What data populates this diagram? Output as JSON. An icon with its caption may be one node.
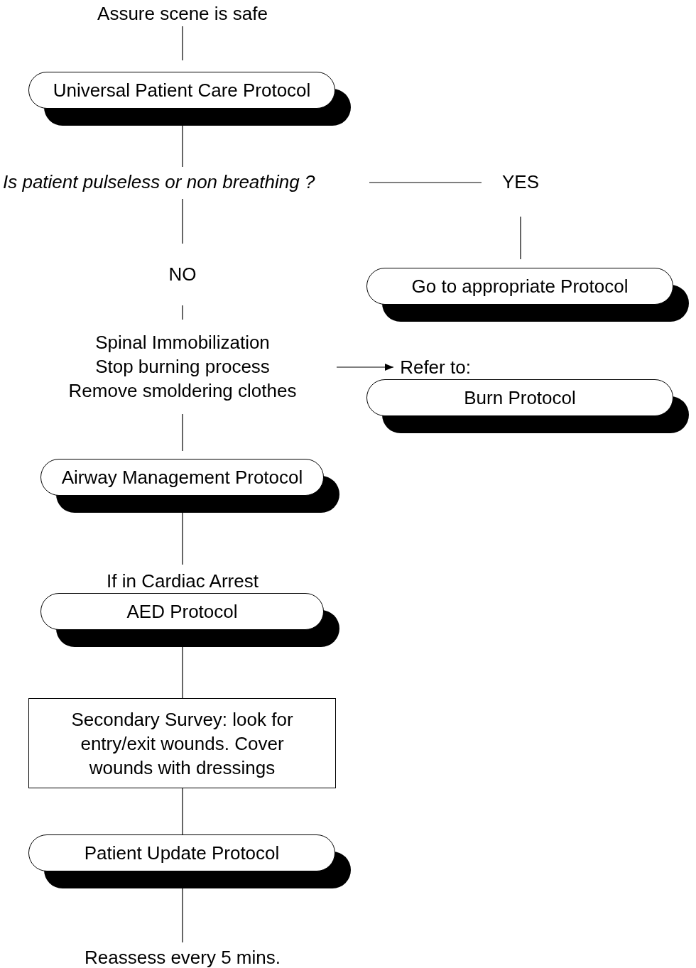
{
  "diagram": {
    "nodes": [
      {
        "text": [
          "Assure scene is safe"
        ]
      },
      {
        "text": [
          "Universal Patient Care Protocol"
        ]
      },
      {
        "text": [
          "Is patient pulseless or non breathing ?"
        ]
      },
      {
        "text": [
          "YES"
        ]
      },
      {
        "text": [
          "Go to appropriate Protocol"
        ]
      },
      {
        "text": [
          "NO"
        ]
      },
      {
        "text": [
          "Spinal Immobilization",
          "Stop burning process",
          "Remove smoldering clothes"
        ]
      },
      {
        "text": [
          "Refer to:"
        ]
      },
      {
        "text": [
          "Burn Protocol"
        ]
      },
      {
        "text": [
          "Airway Management Protocol"
        ]
      },
      {
        "text": [
          "If in Cardiac Arrest"
        ]
      },
      {
        "text": [
          "AED Protocol"
        ]
      },
      {
        "text": [
          "Secondary Survey: look for entry/exit wounds. Cover wounds with dressings"
        ]
      },
      {
        "text": [
          "Patient Update Protocol"
        ]
      },
      {
        "text": [
          "Reassess every 5 mins."
        ]
      }
    ],
    "edges": [
      {
        "from": 0,
        "to": 1,
        "arrow": "none"
      },
      {
        "from": 1,
        "to": 2,
        "arrow": "none"
      },
      {
        "from": 2,
        "to": 3,
        "arrow": "none"
      },
      {
        "from": 3,
        "to": 4,
        "arrow": "none"
      },
      {
        "from": 2,
        "to": 5,
        "arrow": "none"
      },
      {
        "from": 5,
        "to": 6,
        "arrow": "none"
      },
      {
        "from": 6,
        "to": 7,
        "arrow": "to"
      },
      {
        "from": 6,
        "to": 9,
        "arrow": "none"
      },
      {
        "from": 9,
        "to": 10,
        "arrow": "none"
      },
      {
        "from": 11,
        "to": 12,
        "arrow": "none"
      },
      {
        "from": 12,
        "to": 13,
        "arrow": "none"
      },
      {
        "from": 13,
        "to": 14,
        "arrow": "none"
      }
    ]
  }
}
